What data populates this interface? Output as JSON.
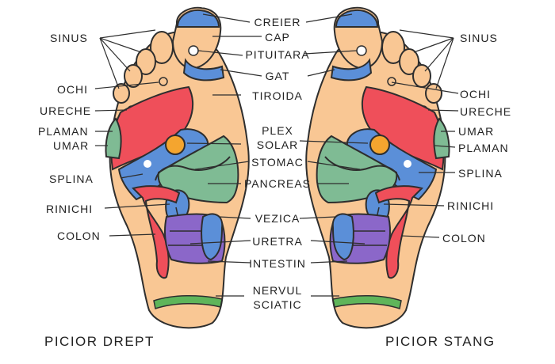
{
  "colors": {
    "skin": "#f9c794",
    "outline": "#2e2e2e",
    "red": "#ef4f5a",
    "blue": "#5b8fd8",
    "green": "#7fbb94",
    "orange": "#f4a52f",
    "purple": "#8b67c9",
    "sciatic": "#5fb55a"
  },
  "center_labels": {
    "creier": "CREIER",
    "cap": "CAP",
    "pituitara": "PITUITARA",
    "gat": "GAT",
    "tiroida": "TIROIDA",
    "plex_solar": [
      "PLEX",
      "SOLAR"
    ],
    "stomac": "STOMAC",
    "pancreas": "PANCREAS",
    "vezica": "VEZICA",
    "uretra": "URETRA",
    "intestin": "INTESTIN",
    "nervul_sciatic": [
      "NERVUL",
      "SCIATIC"
    ]
  },
  "left_labels": {
    "sinus": "SINUS",
    "ochi": "OCHI",
    "ureche": "URECHE",
    "plaman": "PLAMAN",
    "umar": "UMAR",
    "splina": "SPLINA",
    "rinichi": "RINICHI",
    "colon": "COLON"
  },
  "right_labels": {
    "sinus": "SINUS",
    "ochi": "OCHI",
    "ureche": "URECHE",
    "umar": "UMAR",
    "plaman": "PLAMAN",
    "splina": "SPLINA",
    "rinichi": "RINICHI",
    "colon": "COLON"
  },
  "captions": {
    "right_foot": "PICIOR DREPT",
    "left_foot": "PICIOR STANG"
  }
}
